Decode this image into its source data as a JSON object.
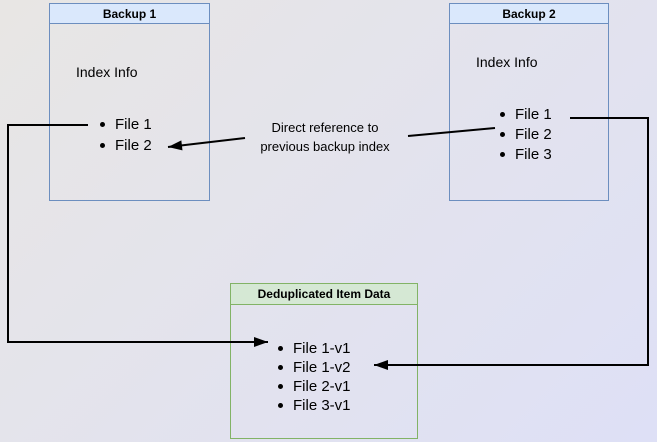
{
  "colors": {
    "blue_fill": "#dae8fc",
    "blue_border": "#6c8ebf",
    "green_fill": "#d5e8d4",
    "green_border": "#82b366",
    "arrow": "#000000",
    "bg_from": "#e8e6e4",
    "bg_to": "#dee0f6"
  },
  "backup1": {
    "title": "Backup 1",
    "subtitle": "Index Info",
    "files": [
      "File 1",
      "File 2"
    ]
  },
  "backup2": {
    "title": "Backup 2",
    "subtitle": "Index Info",
    "files": [
      "File 1",
      "File 2",
      "File 3"
    ]
  },
  "dedup": {
    "title": "Deduplicated Item Data",
    "files": [
      "File 1-v1",
      "File 1-v2",
      "File 2-v1",
      "File 3-v1"
    ]
  },
  "annotation": {
    "line1": "Direct reference to",
    "line2": "previous backup index"
  }
}
